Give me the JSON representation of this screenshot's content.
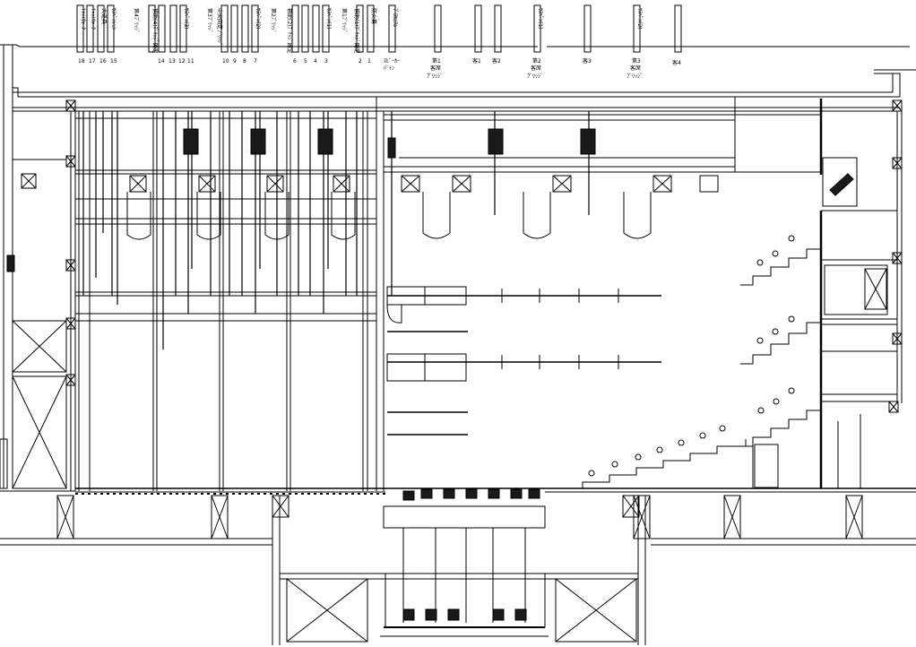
{
  "title_bar_labels": [
    {
      "id": "b1",
      "text": "ｷｬｯﾄｳｫｰｸ"
    },
    {
      "id": "b2",
      "text": "ｷｬｯﾄｳｫｰｸ"
    },
    {
      "id": "b3",
      "text": "大道具"
    },
    {
      "id": "b4",
      "text": "ｻｽﾍﾟﾝｼｮﾝ"
    },
    {
      "id": "b5",
      "text": "第4ﾌﾞﾘｯｼﾞ"
    },
    {
      "id": "b6",
      "text": "補助(4)ﾌﾞﾘｯｼﾞ固定"
    },
    {
      "id": "b7",
      "text": "ｻｽﾍﾟﾝ(3)"
    },
    {
      "id": "b8",
      "text": "第3ﾌﾞﾘｯｼﾞ"
    },
    {
      "id": "b9",
      "text": "中央固定ﾌﾞﾘｯｼﾞ"
    },
    {
      "id": "b10",
      "text": "ｻｽﾍﾟﾝ(2)"
    },
    {
      "id": "b11",
      "text": "第2ﾌﾞﾘｯｼﾞ"
    },
    {
      "id": "b12",
      "text": "補助(2)ﾌﾞﾘｯｼﾞ固定"
    },
    {
      "id": "b13",
      "text": "ｻｽﾍﾟﾝ(1)"
    },
    {
      "id": "b14",
      "text": "第1ﾌﾞﾘｯｼﾞ"
    },
    {
      "id": "b15",
      "text": "補助(1)ﾌﾞﾘｯｼﾞ固定"
    },
    {
      "id": "b16",
      "text": "防火幕"
    },
    {
      "id": "b17",
      "text": "ﾌﾟﾛｾﾆｱﾑ"
    },
    {
      "id": "b18",
      "text": "ｻｽﾍﾟﾝ(1)"
    },
    {
      "id": "b19",
      "text": "ｻｽﾍﾟﾝ(2)"
    }
  ],
  "batten_numbers": [
    "18",
    "17",
    "16",
    "15",
    "14",
    "13",
    "12",
    "11",
    "10",
    "9",
    "8",
    "7",
    "6",
    "5",
    "4",
    "3",
    "2",
    "1"
  ],
  "bottom_labels": [
    {
      "id": "speaker",
      "lines": [
        "ｽﾋﾟｰｶｰ",
        "ﾊﾞﾄﾝ"
      ]
    },
    {
      "id": "first_bridge",
      "lines": [
        "第1",
        "客席",
        "ﾌﾞﾘｯｼﾞ"
      ]
    },
    {
      "id": "kyaku1",
      "lines": [
        "客1"
      ]
    },
    {
      "id": "kyaku2",
      "lines": [
        "客2"
      ]
    },
    {
      "id": "second_bridge",
      "lines": [
        "第2",
        "客席",
        "ﾌﾞﾘｯｼﾞ"
      ]
    },
    {
      "id": "kyaku3",
      "lines": [
        "客3"
      ]
    },
    {
      "id": "third_bridge",
      "lines": [
        "第3",
        "客席",
        "ﾌﾞﾘｯｼﾞ"
      ]
    },
    {
      "id": "kyaku4",
      "lines": [
        "客4"
      ]
    }
  ],
  "colors": {
    "line": "#000000",
    "background": "#ffffff",
    "fill_dark": "#1a1a1a"
  }
}
